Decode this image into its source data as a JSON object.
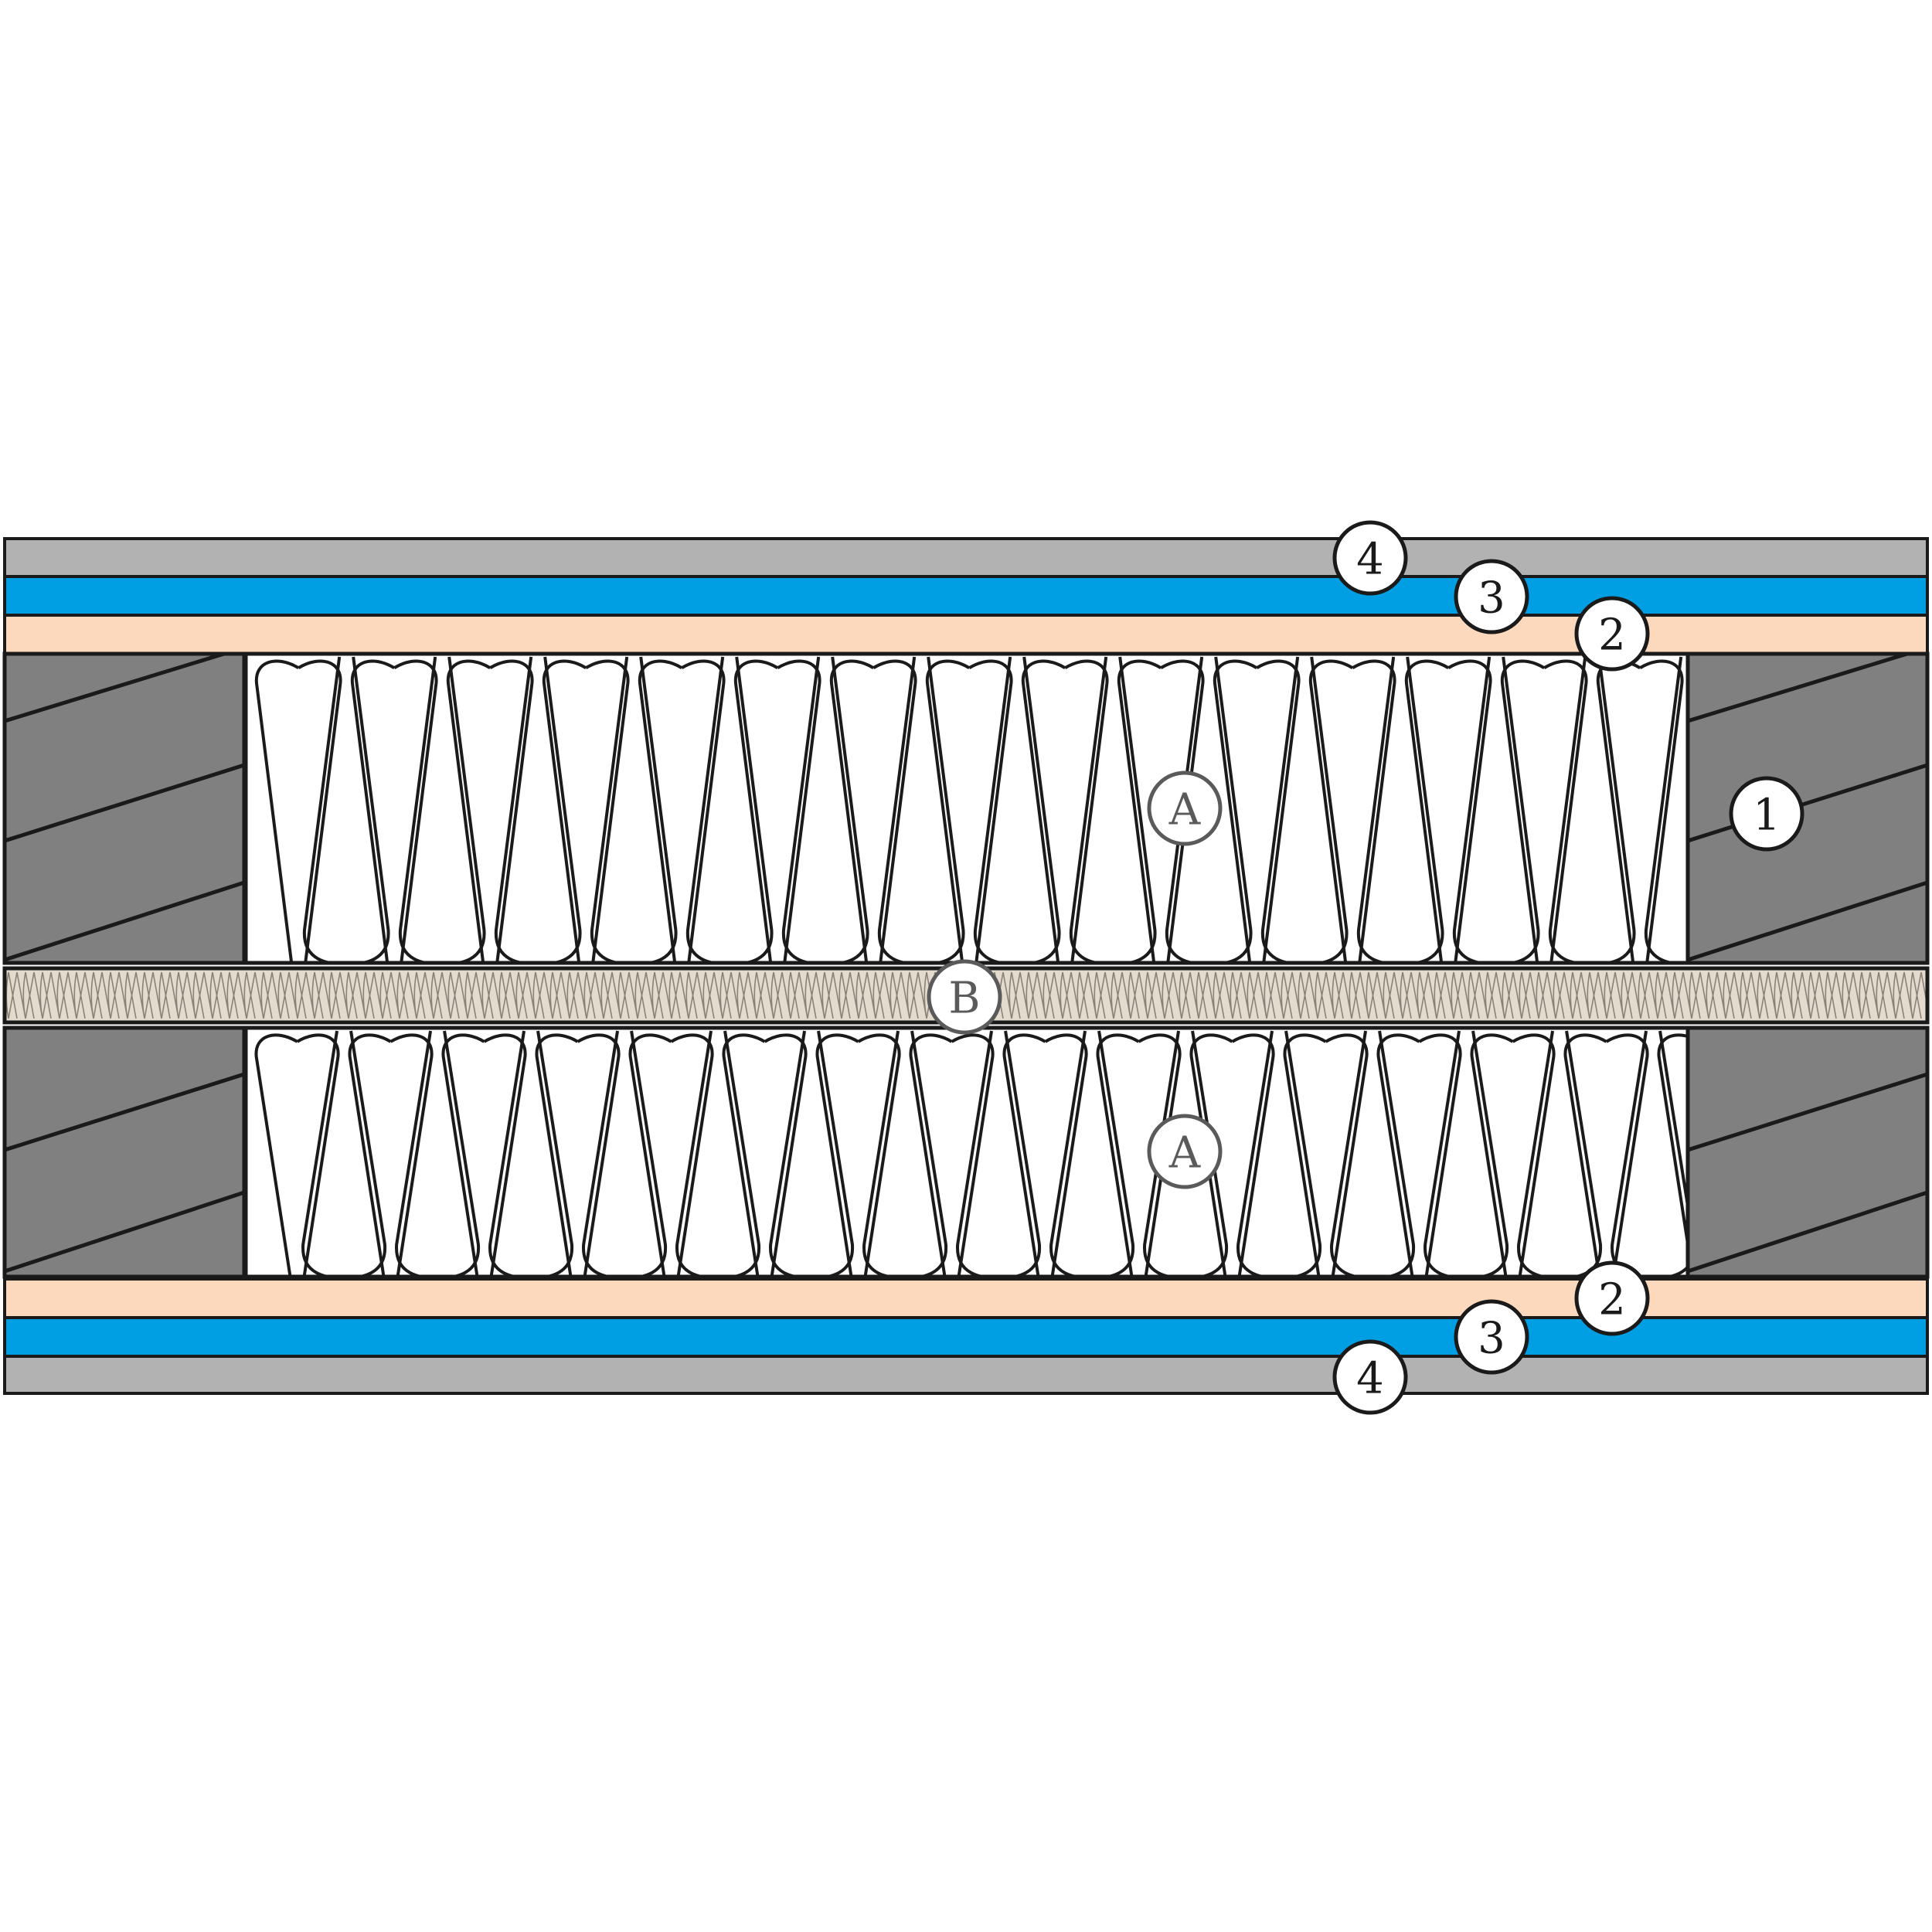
{
  "colors": {
    "background": "#ffffff",
    "outline": "#1a1a1a",
    "gypsum_board": "#b2b2b2",
    "membrane": "#009fe3",
    "osb_board": "#fcd9bc",
    "timber_stud": "#808080",
    "insulation": "#ffffff",
    "acoustic_layer": "#e4dbcf",
    "acoustic_pattern": "#8a8277",
    "callout_fill": "#ffffff",
    "callout_stroke_main": "#1a1a1a",
    "callout_stroke_secondary": "#5a5a5a"
  },
  "callouts": {
    "stud": "1",
    "board_top": "2",
    "membrane_top": "3",
    "gypsum_top": "4",
    "board_bottom": "2",
    "membrane_bottom": "3",
    "gypsum_bottom": "4",
    "insulation_top": "A",
    "insulation_bottom": "A",
    "acoustic_layer": "B"
  }
}
